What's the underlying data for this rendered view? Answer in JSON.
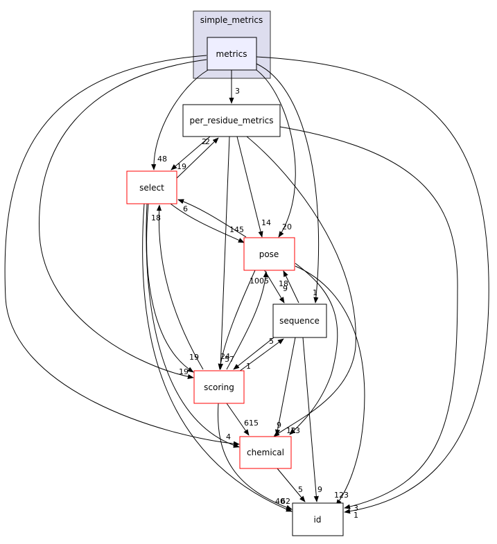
{
  "cluster": {
    "label": "simple_metrics"
  },
  "nodes": {
    "metrics": "metrics",
    "per_residue_metrics": "per_residue_metrics",
    "select": "select",
    "pose": "pose",
    "sequence": "sequence",
    "scoring": "scoring",
    "chemical": "chemical",
    "id": "id"
  },
  "colors": {
    "cluster_fill": "#ddddee",
    "cluster_stroke": "#333333",
    "current_fill": "#eeeeff",
    "current_stroke": "#000000",
    "dir_stroke_red": "#ff0000",
    "dir_stroke_black": "#000000",
    "edge": "#000000"
  },
  "edges": [
    {
      "label": "3"
    },
    {
      "label": "48"
    },
    {
      "label": "20"
    },
    {
      "label": "1"
    },
    {
      "label": "2"
    },
    {
      "label": "2"
    },
    {
      "label": "19"
    },
    {
      "label": "14"
    },
    {
      "label": "24"
    },
    {
      "label": "12"
    },
    {
      "label": "6"
    },
    {
      "label": "145"
    },
    {
      "label": "18"
    },
    {
      "label": "19"
    },
    {
      "label": "4"
    },
    {
      "label": "40"
    },
    {
      "label": "18"
    },
    {
      "label": "1005"
    },
    {
      "label": "13"
    },
    {
      "label": "123"
    },
    {
      "label": "9"
    },
    {
      "label": "1"
    },
    {
      "label": "5"
    },
    {
      "label": "9"
    },
    {
      "label": "9"
    },
    {
      "label": "19"
    },
    {
      "label": "57"
    },
    {
      "label": "615"
    },
    {
      "label": "62"
    },
    {
      "label": "5"
    },
    {
      "label": "3"
    },
    {
      "label": "1"
    }
  ]
}
